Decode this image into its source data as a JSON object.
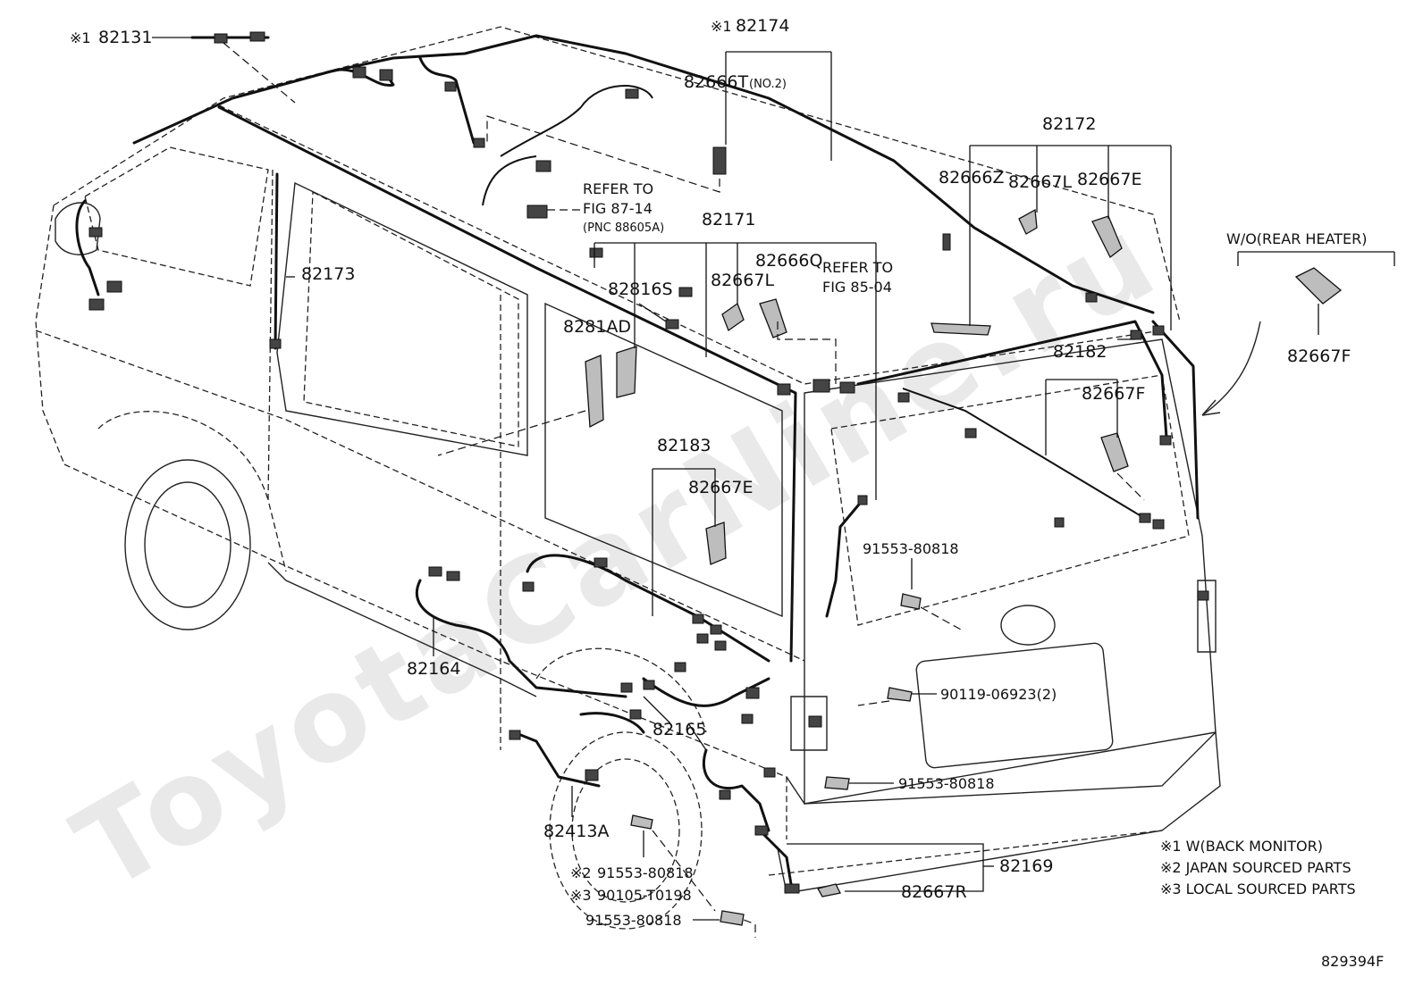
{
  "watermark": "ToyotaCarNine.ru",
  "figure_id": "829394F",
  "notes": [
    "※1 W(BACK MONITOR)",
    "※2 JAPAN SOURCED PARTS",
    "※3 LOCAL SOURCED PARTS"
  ],
  "variant_label": "W/O(REAR HEATER)",
  "references": {
    "ref1_line1": "REFER TO",
    "ref1_line2": "FIG 87-14",
    "ref1_line3": "(PNC 88605A)",
    "ref2_line1": "REFER TO",
    "ref2_line2": "FIG 85-04"
  },
  "parts": {
    "p82131_mark": "※1",
    "p82131": "82131",
    "p82174_mark": "※1",
    "p82174": "82174",
    "p82666T": "82666T",
    "p82666T_note": "(NO.2)",
    "p82172": "82172",
    "p82666Z": "82666Z",
    "p82667L_a": "82667L",
    "p82667E_a": "82667E",
    "p82667F_a": "82667F",
    "p82171": "82171",
    "p82173": "82173",
    "p82816S": "82816S",
    "p82667L_b": "82667L",
    "p82666Q": "82666Q",
    "p8281AD": "8281AD",
    "p82182": "82182",
    "p82667F_b": "82667F",
    "p82183": "82183",
    "p82667E_b": "82667E",
    "p91553_a": "91553-80818",
    "p82164": "82164",
    "p90119": "90119-06923(2)",
    "p82165": "82165",
    "p91553_b": "91553-80818",
    "p82413A": "82413A",
    "p91553_c_mark": "※2",
    "p91553_c": "91553-80818",
    "p90105_mark": "※3",
    "p90105": "90105-T0198",
    "p91553_d": "91553-80818",
    "p82169": "82169",
    "p82667R": "82667R"
  }
}
